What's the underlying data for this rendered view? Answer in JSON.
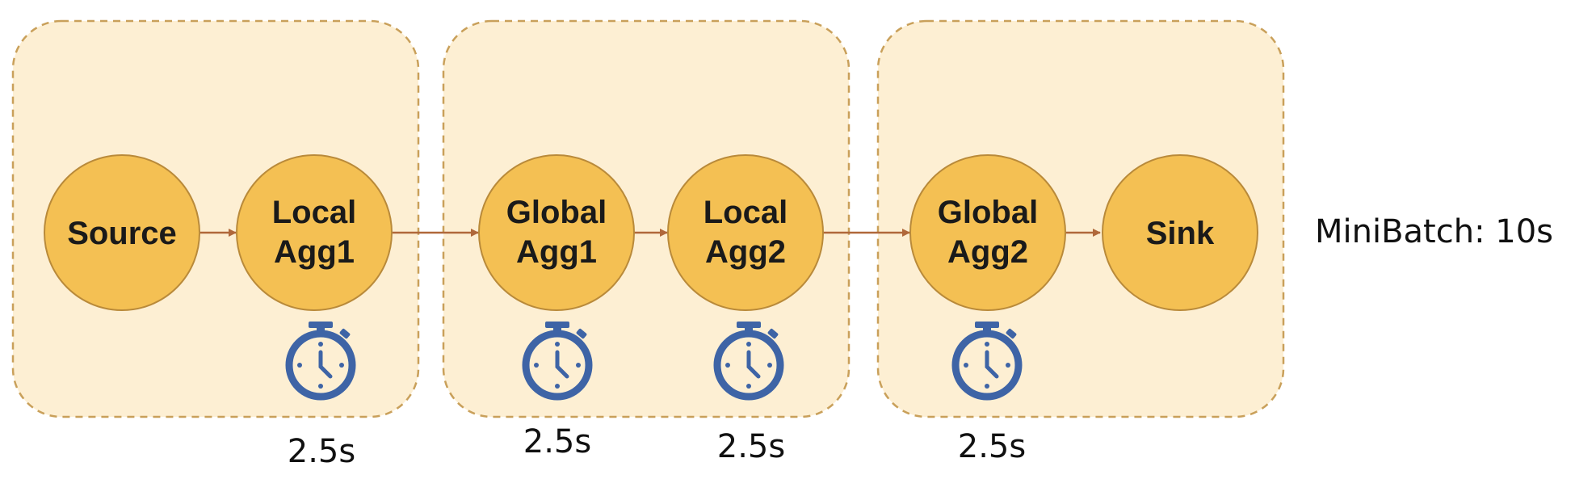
{
  "colors": {
    "group_fill": "#fdefd3",
    "group_stroke": "#c9a05a",
    "node_fill": "#f4c053",
    "node_stroke": "#b98a3a",
    "edge": "#b0683a",
    "timer": "#3e64a6"
  },
  "nodes": [
    {
      "id": "source",
      "lines": [
        "Source"
      ]
    },
    {
      "id": "local-agg1",
      "lines": [
        "Local",
        "Agg1"
      ]
    },
    {
      "id": "global-agg1",
      "lines": [
        "Global",
        "Agg1"
      ]
    },
    {
      "id": "local-agg2",
      "lines": [
        "Local",
        "Agg2"
      ]
    },
    {
      "id": "global-agg2",
      "lines": [
        "Global",
        "Agg2"
      ]
    },
    {
      "id": "sink",
      "lines": [
        "Sink"
      ]
    }
  ],
  "edges": [
    {
      "from": "source",
      "to": "local-agg1"
    },
    {
      "from": "local-agg1",
      "to": "global-agg1"
    },
    {
      "from": "global-agg1",
      "to": "local-agg2"
    },
    {
      "from": "local-agg2",
      "to": "global-agg2"
    },
    {
      "from": "global-agg2",
      "to": "sink"
    }
  ],
  "groups": [
    {
      "id": "group-1",
      "members": [
        "source",
        "local-agg1"
      ]
    },
    {
      "id": "group-2",
      "members": [
        "global-agg1",
        "local-agg2"
      ]
    },
    {
      "id": "group-3",
      "members": [
        "global-agg2",
        "sink"
      ]
    }
  ],
  "timers": [
    {
      "node": "local-agg1",
      "icon": "stopwatch-icon",
      "label": "2.5s"
    },
    {
      "node": "global-agg1",
      "icon": "stopwatch-icon",
      "label": "2.5s"
    },
    {
      "node": "local-agg2",
      "icon": "stopwatch-icon",
      "label": "2.5s"
    },
    {
      "node": "global-agg2",
      "icon": "stopwatch-icon",
      "label": "2.5s"
    }
  ],
  "minibatch_label": "MiniBatch: 10s"
}
